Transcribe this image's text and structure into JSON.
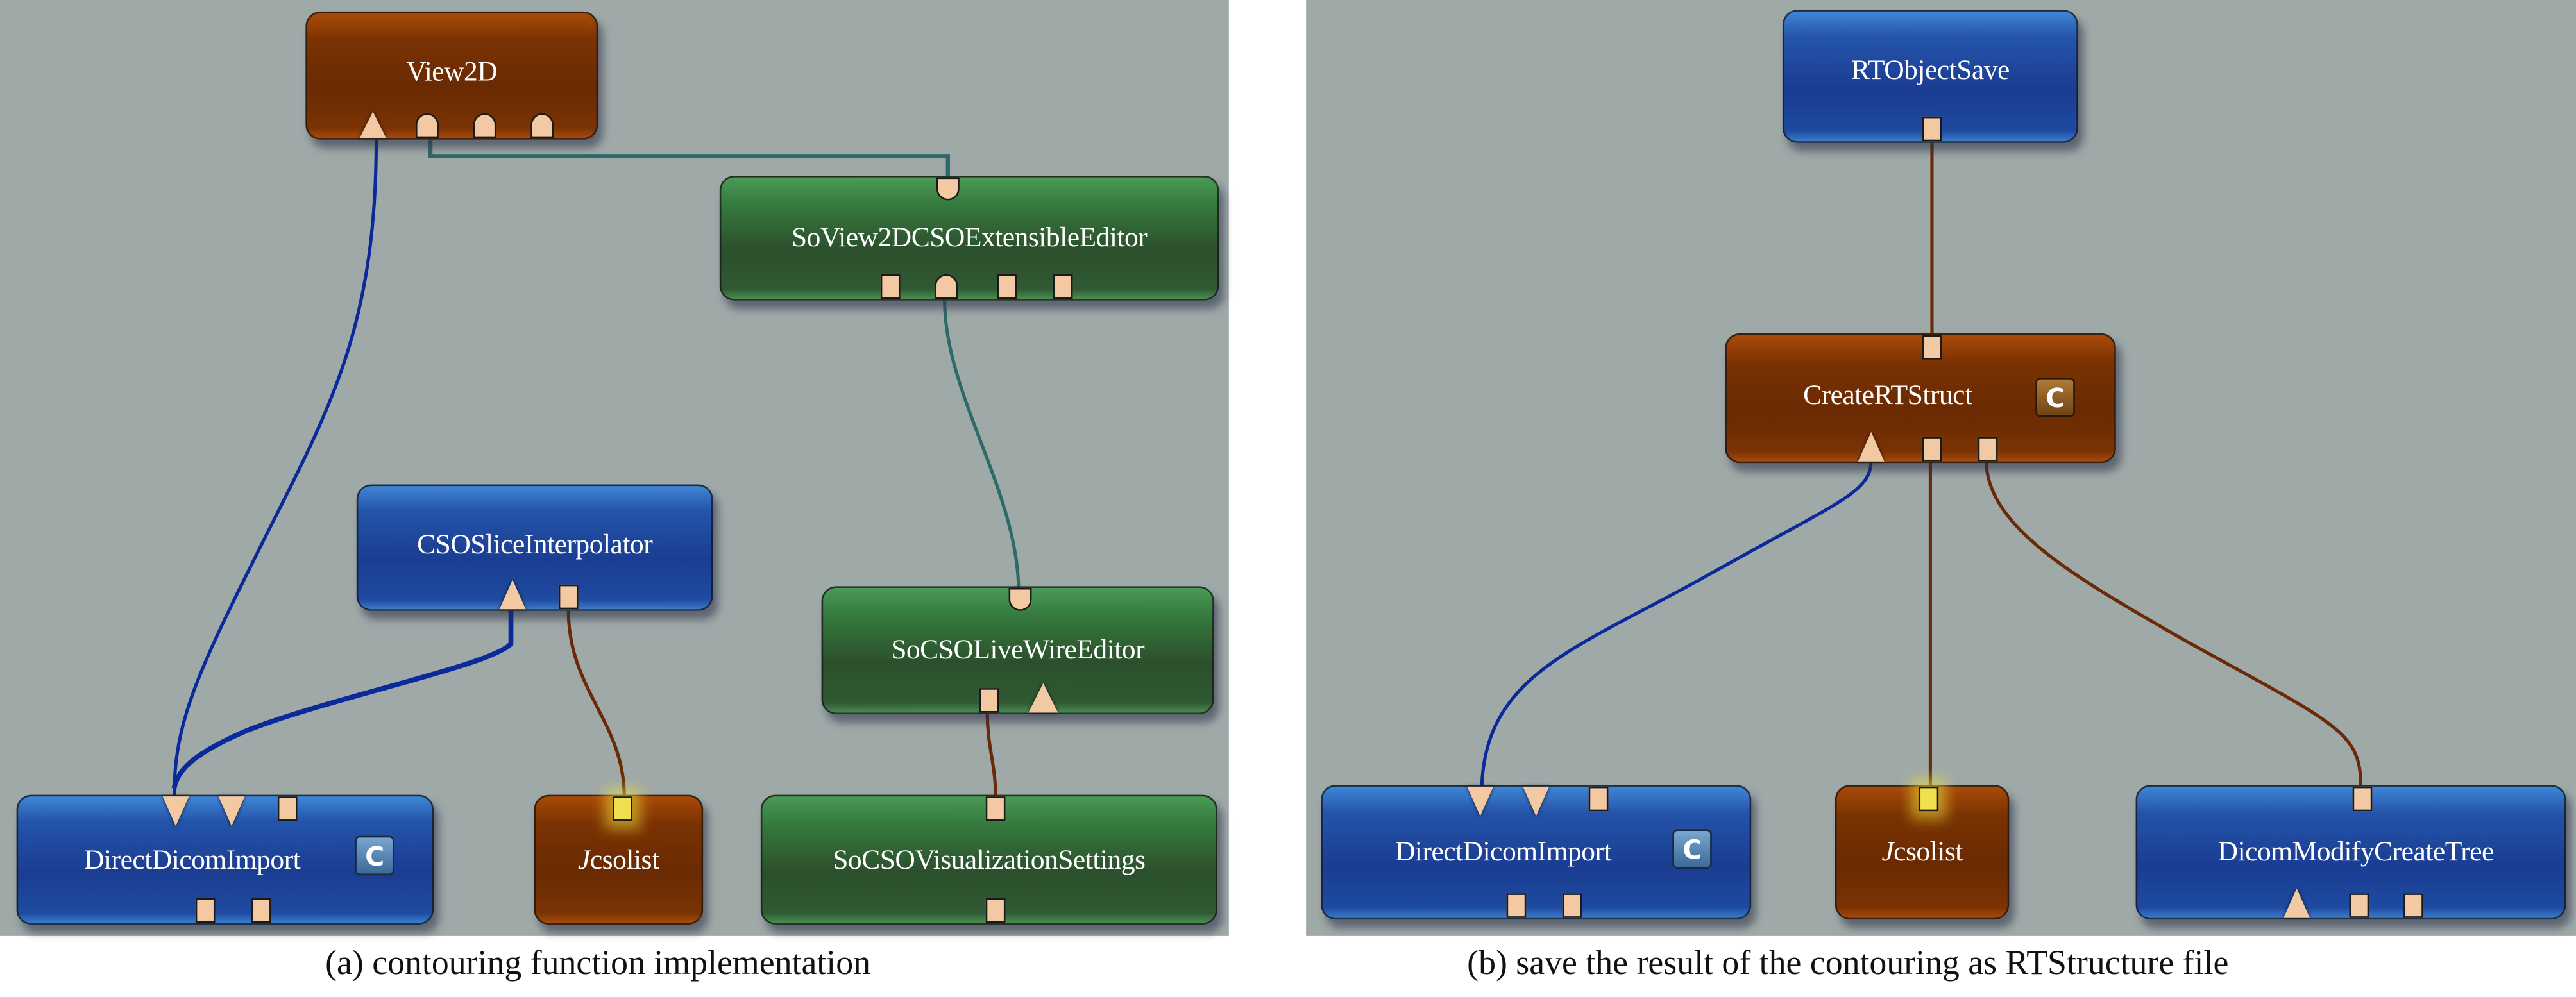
{
  "panels": [
    {
      "id": "a",
      "caption": "(a) contouring function implementation",
      "nodes": {
        "view2d": {
          "label": "View2D",
          "color": "orange"
        },
        "soview2dcso": {
          "label": "SoView2DCSOExtensibleEditor",
          "color": "green"
        },
        "csoslice": {
          "label": "CSOSliceInterpolator",
          "color": "blue"
        },
        "livewire": {
          "label": "SoCSOLiveWireEditor",
          "color": "green"
        },
        "directdicom": {
          "label": "DirectDicomImport",
          "color": "blue",
          "has_refresh": true
        },
        "jcsolist": {
          "label": "csolist",
          "prefix": "J",
          "color": "orange"
        },
        "visualization": {
          "label": "SoCSOVisualizationSettings",
          "color": "green"
        }
      },
      "connections": [
        {
          "from": "View2D",
          "to": "DirectDicomImport",
          "wire": "blue"
        },
        {
          "from": "View2D",
          "to": "SoView2DCSOExtensibleEditor",
          "wire": "teal"
        },
        {
          "from": "SoView2DCSOExtensibleEditor",
          "to": "SoCSOLiveWireEditor",
          "wire": "teal"
        },
        {
          "from": "CSOSliceInterpolator",
          "to": "DirectDicomImport",
          "wire": "blue"
        },
        {
          "from": "CSOSliceInterpolator",
          "to": "Jcsolist",
          "wire": "brown"
        },
        {
          "from": "SoCSOLiveWireEditor",
          "to": "SoCSOVisualizationSettings",
          "wire": "brown"
        }
      ]
    },
    {
      "id": "b",
      "caption": "(b) save the result of the contouring as RTStructure file",
      "nodes": {
        "rtobjectsave": {
          "label": "RTObjectSave",
          "color": "blue"
        },
        "creatertstruct": {
          "label": "CreateRTStruct",
          "color": "orange",
          "has_refresh": true
        },
        "directdicom": {
          "label": "DirectDicomImport",
          "color": "blue",
          "has_refresh": true
        },
        "jcsolist": {
          "label": "csolist",
          "prefix": "J",
          "color": "orange"
        },
        "dicommodify": {
          "label": "DicomModifyCreateTree",
          "color": "blue"
        }
      },
      "connections": [
        {
          "from": "RTObjectSave",
          "to": "CreateRTStruct",
          "wire": "brown"
        },
        {
          "from": "CreateRTStruct",
          "to": "DirectDicomImport",
          "wire": "blue"
        },
        {
          "from": "CreateRTStruct",
          "to": "Jcsolist",
          "wire": "brown"
        },
        {
          "from": "CreateRTStruct",
          "to": "DicomModifyCreateTree",
          "wire": "brown"
        }
      ]
    }
  ],
  "icons": {
    "refresh": "C"
  },
  "colors": {
    "background": "#9fa9a8",
    "node_orange": "#6a2a02",
    "node_blue": "#1a3d92",
    "node_green": "#2c4f2c",
    "port": "#f2c9a3",
    "port_active": "#f0e050",
    "wire_blue": "#0a2a9a",
    "wire_teal": "#2e6a6a",
    "wire_brown": "#6a2a08"
  }
}
